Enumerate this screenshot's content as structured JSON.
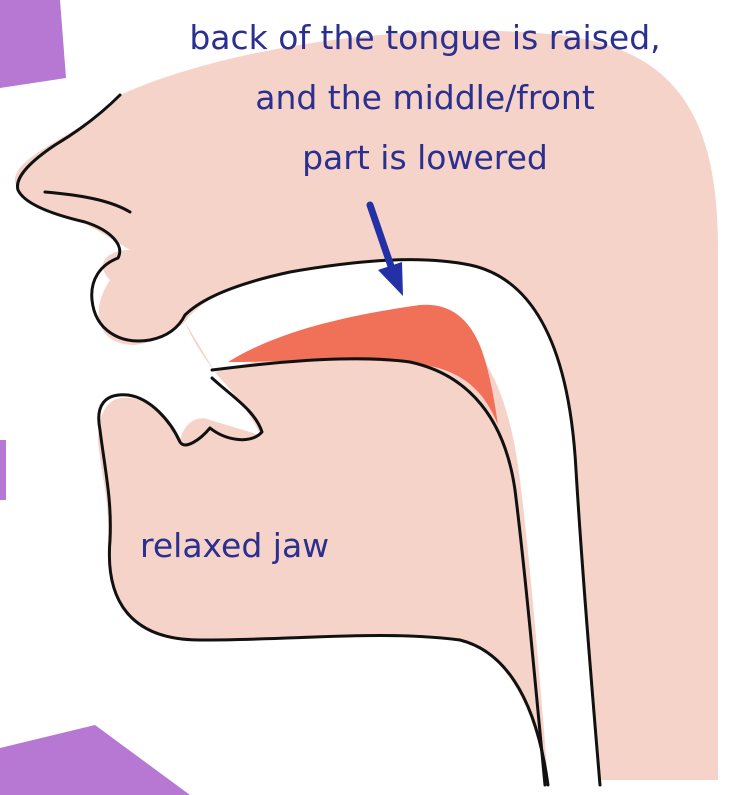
{
  "annotation": {
    "lines": [
      "back of the tongue is raised,",
      "and the middle/front",
      "part is lowered"
    ]
  },
  "jaw_label": "relaxed jaw",
  "colors": {
    "skin": "#f6d3c8",
    "tongue_highlight": "#f07058",
    "outline": "#111111",
    "text": "#2b2f8f",
    "arrow": "#2431a6",
    "accent_purple": "#b678d2"
  }
}
